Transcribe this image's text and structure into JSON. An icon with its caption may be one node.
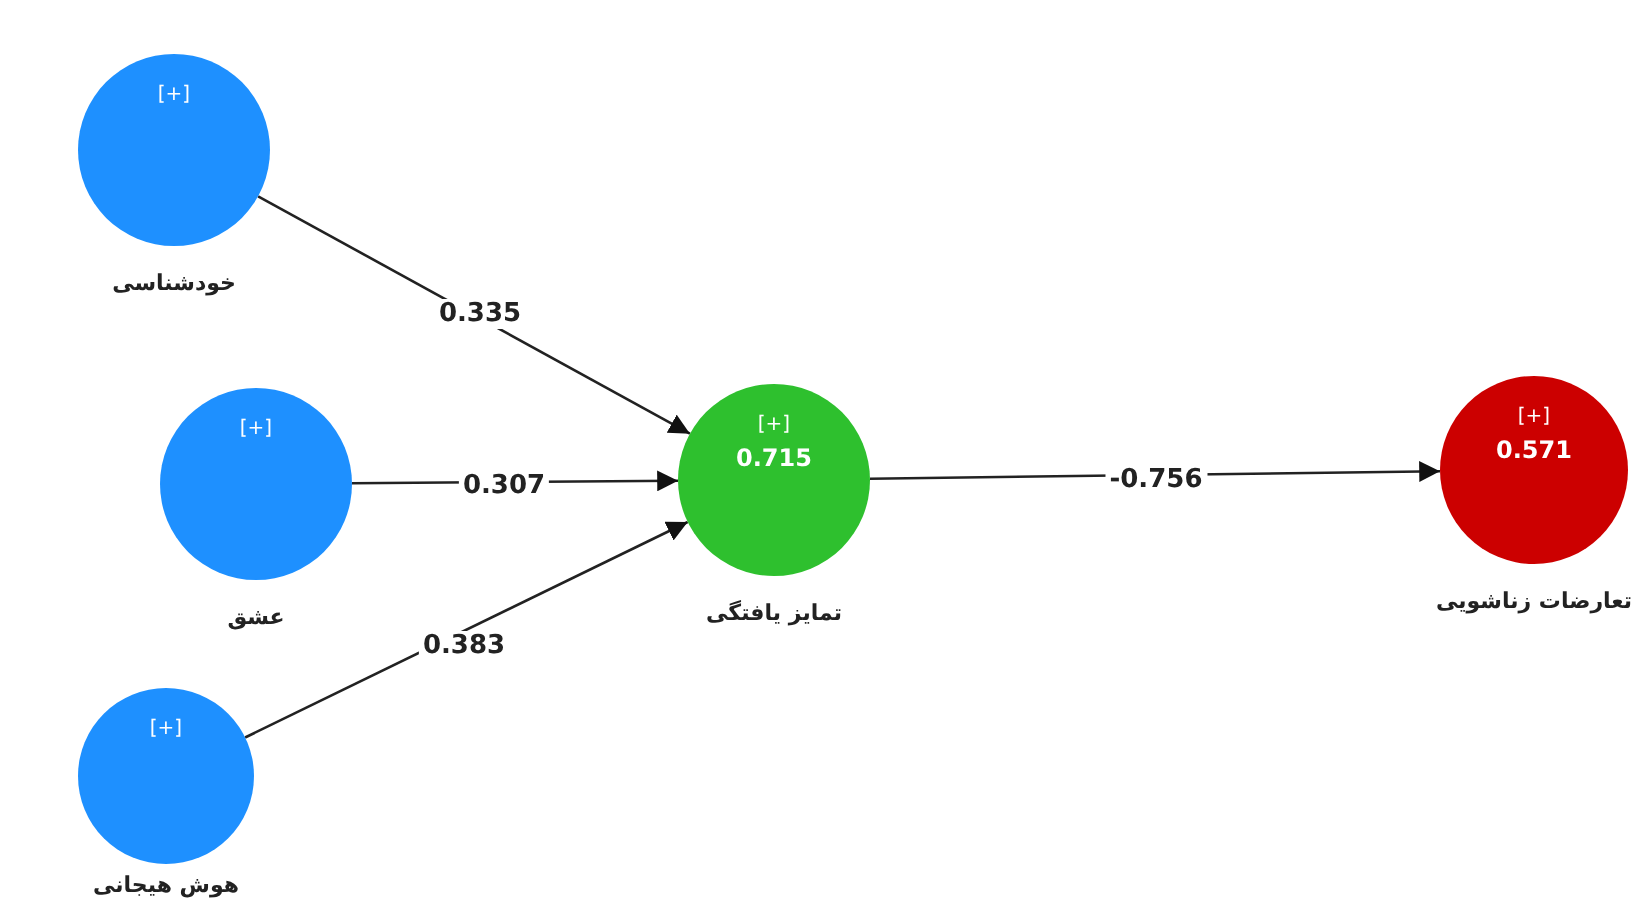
{
  "diagram": {
    "nodes": [
      {
        "text": [
          "[+]"
        ],
        "beside": [
          "خودشناسی"
        ]
      },
      {
        "text": [
          "[+]"
        ],
        "beside": [
          "عشق"
        ]
      },
      {
        "text": [
          "[+]"
        ],
        "beside": [
          "هوش هیجانی"
        ]
      },
      {
        "text": [
          "[+]",
          "0.715"
        ],
        "beside": [
          "تمایز یافتگی"
        ]
      },
      {
        "text": [
          "[+]",
          "0.571"
        ],
        "beside": [
          "تعارضات زناشویی"
        ]
      }
    ],
    "edges": [
      {
        "from": 0,
        "to": 3,
        "arrow": "to",
        "label": "0.335"
      },
      {
        "from": 1,
        "to": 3,
        "arrow": "to",
        "label": "0.307"
      },
      {
        "from": 2,
        "to": 3,
        "arrow": "to",
        "label": "0.383"
      },
      {
        "from": 3,
        "to": 4,
        "arrow": "to",
        "label": "-0.756"
      }
    ]
  }
}
